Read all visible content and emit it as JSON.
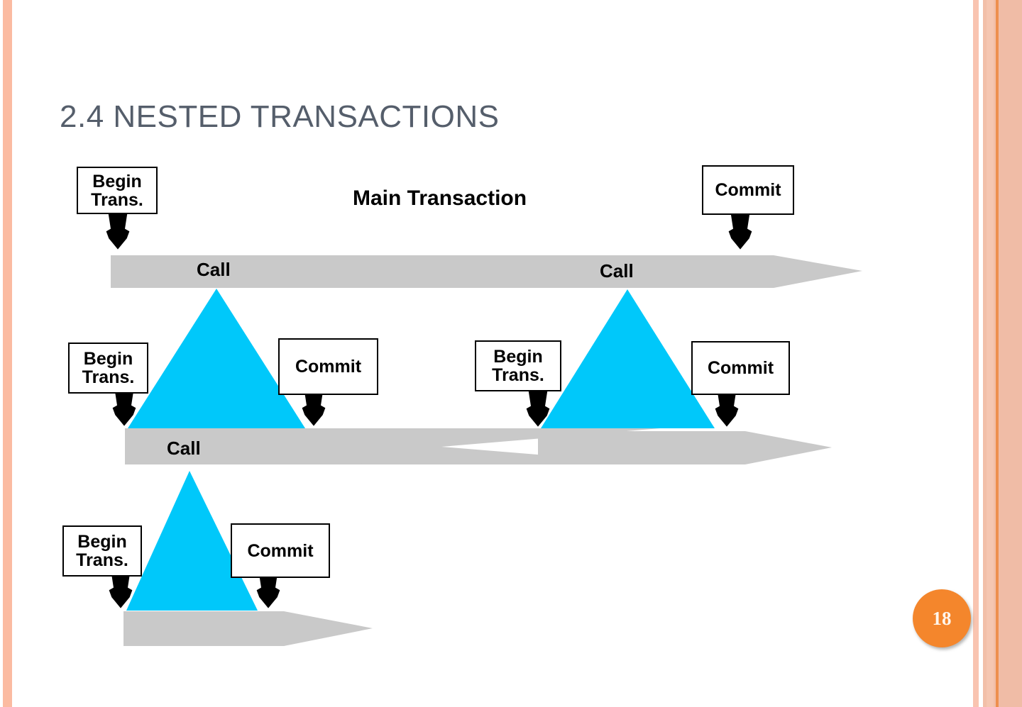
{
  "slide": {
    "title": "2.4 NESTED TRANSACTIONS",
    "page_number": "18",
    "background_color": "#FFFFFF",
    "title_color": "#555E6B",
    "accent_colors": {
      "stripe_salmon": "#FBBBA1",
      "stripe_orange_line": "#EE8F4E",
      "badge_orange": "#F4862C",
      "bar_gray": "#C9C9C9",
      "triangle_cyan": "#00C8FA"
    }
  },
  "diagram": {
    "main_transaction_label": "Main Transaction",
    "levels": [
      {
        "name": "main-transaction",
        "bar_labels": [
          "Call",
          "Call"
        ],
        "begin_box": "Begin\nTrans.",
        "commit_box": "Commit"
      },
      {
        "name": "nested-level-1-left",
        "bar_labels": [
          "Call"
        ],
        "begin_box": "Begin\nTrans.",
        "commit_box": "Commit"
      },
      {
        "name": "nested-level-1-right",
        "bar_labels": [],
        "begin_box": "Begin\nTrans.",
        "commit_box": "Commit"
      },
      {
        "name": "nested-level-2",
        "bar_labels": [],
        "begin_box": "Begin\nTrans.",
        "commit_box": "Commit"
      }
    ],
    "boxes": {
      "main_begin": "Begin\nTrans.",
      "main_commit": "Commit",
      "left_begin": "Begin\nTrans.",
      "left_commit": "Commit",
      "right_begin": "Begin\nTrans.",
      "right_commit": "Commit",
      "bottom_begin": "Begin\nTrans.",
      "bottom_commit": "Commit"
    },
    "call_labels": {
      "main_left": "Call",
      "main_right": "Call",
      "nested_left": "Call"
    }
  }
}
